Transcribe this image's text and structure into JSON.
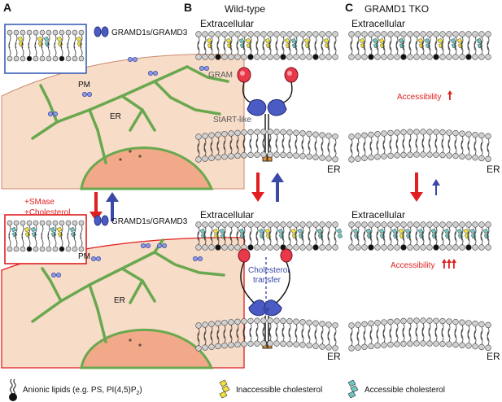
{
  "panels": {
    "a": {
      "letter": "A",
      "legend_label": "GRAMD1s/GRAMD3",
      "pm_label": "PM",
      "er_label": "ER",
      "treatment_1": "+SMase",
      "treatment_2": "+Cholesterol",
      "legend_label_bottom": "GRAMD1s/GRAMD3",
      "pm_label_bottom": "PM",
      "er_label_bottom": "ER"
    },
    "b": {
      "letter": "B",
      "title": "Wild-type",
      "extracellular_top": "Extracellular",
      "gram_label": "GRAM",
      "start_label": "StART-like",
      "er_top": "ER",
      "extracellular_bottom": "Extracellular",
      "transfer_line1": "Cholesterol",
      "transfer_line2": "transfer",
      "er_bottom": "ER"
    },
    "c": {
      "letter": "C",
      "title": "GRAMD1 TKO",
      "extracellular_top": "Extracellular",
      "accessibility_top": "Accessibility",
      "er_top": "ER",
      "extracellular_bottom": "Extracellular",
      "accessibility_bottom": "Accessibility",
      "er_bottom": "ER"
    }
  },
  "legend": {
    "anionic_main": "Anionic lipids (e.g. PS, PI(4,5)P",
    "anionic_sub": "2",
    "anionic_close": ")",
    "inaccessible": "Inaccessible cholesterol",
    "accessible": "Accessible cholesterol"
  },
  "colors": {
    "er_green": "#6aa84f",
    "cell_fill": "#f7dcc8",
    "nucleus_fill": "#f2a98a",
    "red_arrow": "#e02020",
    "blue_arrow": "#3a49a8",
    "protein_blue": "#4a5bc4",
    "gram_red": "#e8394a",
    "inaccessible_yellow": "#f2e23a",
    "accessible_teal": "#6fc7c2"
  }
}
